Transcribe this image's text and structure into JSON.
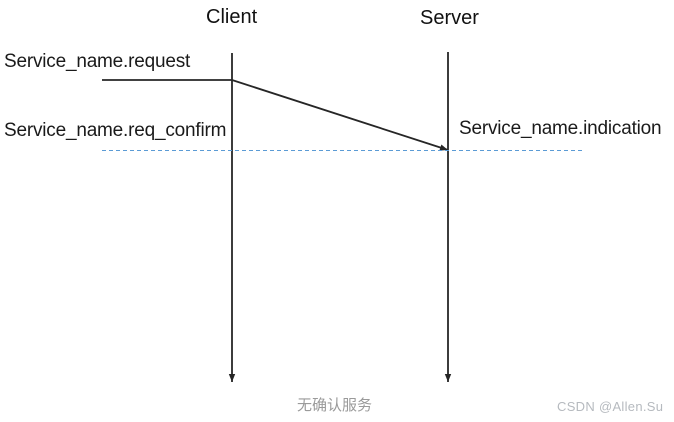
{
  "diagram": {
    "lifelines": {
      "client": {
        "label": "Client"
      },
      "server": {
        "label": "Server"
      }
    },
    "messages": {
      "request": "Service_name.request",
      "req_confirm": "Service_name.req_confirm",
      "indication": "Service_name.indication"
    },
    "caption": "无确认服务",
    "watermark": "CSDN @Allen.Su",
    "colors": {
      "line": "#262626",
      "dashed_line": "#5b9bd5",
      "label_text": "#1a1a1a",
      "caption_text": "#9a9a9a",
      "watermark_text": "#b6babf"
    }
  }
}
